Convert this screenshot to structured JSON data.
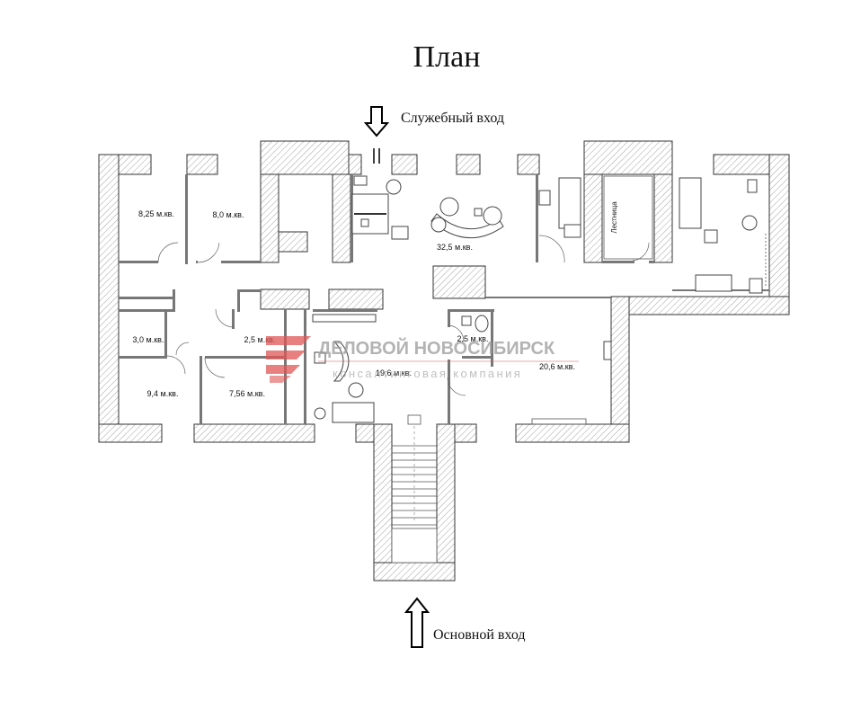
{
  "title": "План",
  "entrances": {
    "service": "Служебный вход",
    "main": "Основной вход"
  },
  "rooms": [
    {
      "id": "r1",
      "label": "8,25 м.кв."
    },
    {
      "id": "r2",
      "label": "8,0 м.кв."
    },
    {
      "id": "r3",
      "label": "32,5 м.кв."
    },
    {
      "id": "r4",
      "label": "3,0 м.кв."
    },
    {
      "id": "r5",
      "label": "2,5 м.кв."
    },
    {
      "id": "r6",
      "label": "9,4 м.кв."
    },
    {
      "id": "r7",
      "label": "7,56 м.кв."
    },
    {
      "id": "r8",
      "label": "19,6 м.кв."
    },
    {
      "id": "r9",
      "label": "2,5 м.кв."
    },
    {
      "id": "r10",
      "label": "20,6 м.кв."
    }
  ],
  "stairs_label": "Лестница",
  "watermark": {
    "title": "ДЕЛОВОЙ НОВОСИБИРСК",
    "subtitle": "консалтинговая компания",
    "accent_color": "#e05555"
  }
}
